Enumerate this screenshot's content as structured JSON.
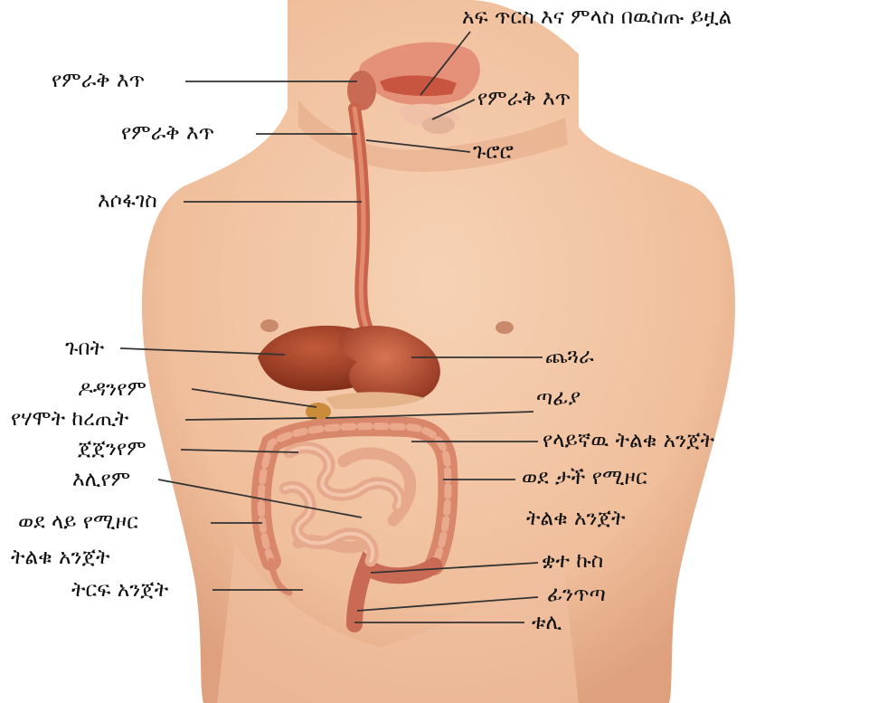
{
  "colors": {
    "background": "#ffffff",
    "skin": "#f3c7a6",
    "skin_shadow": "#d99b79",
    "liver": "#9b3a22",
    "stomach": "#b8502f",
    "intestine": "#e7a98b",
    "colon": "#d9876a",
    "esophagus": "#c9644a",
    "leader_line": "#333333",
    "text": "#111111"
  },
  "labels": {
    "mouth": "አፍ ጥርስ እና ምላስ በዉስጡ ይዟል",
    "salivary_left_1": "የምራቅ እጥ",
    "salivary_right": "የምራቅ እጥ",
    "salivary_left_2": "የምራቅ እጥ",
    "pharynx": "ጉሮሮ",
    "esophagus": "እሶፋገስ",
    "liver": "ጉበት",
    "stomach": "ጨጓራ",
    "duodenum": "ዶዳንየም",
    "gallbladder": "ጣፊያ",
    "pancreas": "የሃሞት ከረጢት",
    "transverse_colon": "የላይኛዉ ትልቁ አንጀት",
    "jejunum": "ጀጀንየም",
    "descending_colon_1": "ወደ ታች የሚዞር",
    "ileum": "እሊየም",
    "descending_colon_2": "ትልቁ አንጀት",
    "ascending_colon_1": "ወደ ላይ የሚዞር",
    "ascending_colon_2": "ትልቁ አንጀት",
    "sigmoid_colon": "ቋተ ኩስ",
    "appendix": "ትርፍ አንጀት",
    "rectum": "ፊንጥጣ",
    "anus": "ቱሊ"
  }
}
